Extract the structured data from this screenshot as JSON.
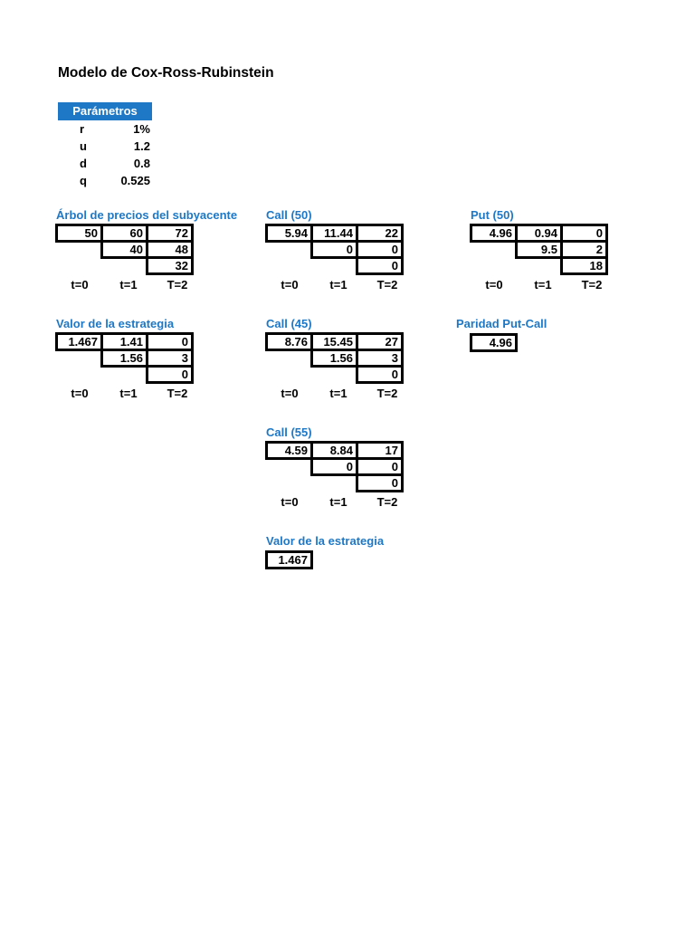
{
  "page": {
    "title": "Modelo de Cox-Ross-Rubinstein"
  },
  "colors": {
    "accent_blue": "#1E78C6",
    "table_border": "#000000",
    "header_text": "#FFFFFF",
    "body_text": "#000000",
    "background": "#FFFFFF"
  },
  "parameters": {
    "header": "Parámetros",
    "rows": [
      {
        "label": "r",
        "value": "1%"
      },
      {
        "label": "u",
        "value": "1.2"
      },
      {
        "label": "d",
        "value": "0.8"
      },
      {
        "label": "q",
        "value": "0.525"
      }
    ]
  },
  "time_labels": [
    "t=0",
    "t=1",
    "T=2"
  ],
  "trees": {
    "subyacente": {
      "title": "Árbol de precios del subyacente",
      "rows": [
        [
          "50",
          "60",
          "72"
        ],
        [
          "40",
          "48"
        ],
        [
          "32"
        ]
      ]
    },
    "call50": {
      "title": "Call (50)",
      "rows": [
        [
          "5.94",
          "11.44",
          "22"
        ],
        [
          "0",
          "0"
        ],
        [
          "0"
        ]
      ]
    },
    "put50": {
      "title": "Put (50)",
      "rows": [
        [
          "4.96",
          "0.94",
          "0"
        ],
        [
          "9.5",
          "2"
        ],
        [
          "18"
        ]
      ]
    },
    "estrategia": {
      "title": "Valor de la estrategia",
      "rows": [
        [
          "1.467",
          "1.41",
          "0"
        ],
        [
          "1.56",
          "3"
        ],
        [
          "0"
        ]
      ]
    },
    "call45": {
      "title": "Call (45)",
      "rows": [
        [
          "8.76",
          "15.45",
          "27"
        ],
        [
          "1.56",
          "3"
        ],
        [
          "0"
        ]
      ]
    },
    "call55": {
      "title": "Call (55)",
      "rows": [
        [
          "4.59",
          "8.84",
          "17"
        ],
        [
          "0",
          "0"
        ],
        [
          "0"
        ]
      ]
    }
  },
  "singles": {
    "paridad": {
      "title": "Paridad Put-Call",
      "value": "4.96"
    },
    "estrategia_total": {
      "title": "Valor de la estrategia",
      "value": "1.467"
    }
  }
}
